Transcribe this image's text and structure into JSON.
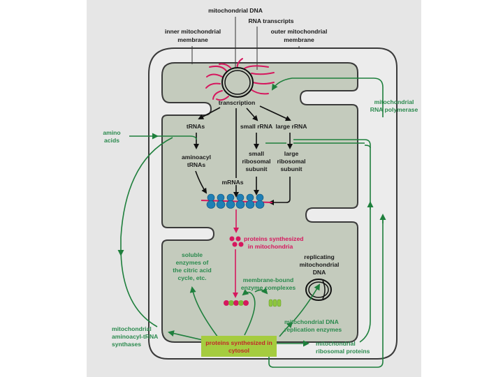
{
  "title": "Biogenesis of mitochondrial components",
  "colors": {
    "background": "#e6e6e6",
    "matrix": "#c4cbbd",
    "membrane_line": "#3a3a3a",
    "green_flow": "#1e7f3c",
    "magenta_flow": "#d6175e",
    "ribosome_blue": "#1f7fb5",
    "cytosol_box": "#a5cc3f"
  },
  "structure_labels": {
    "mtdna": "mitochondrial DNA",
    "rna_transcripts": "RNA transcripts",
    "inner_membrane": [
      "inner mitochondrial",
      "membrane"
    ],
    "outer_membrane": [
      "outer mitochondrial",
      "membrane"
    ]
  },
  "matrix_labels": {
    "transcription": "transcription",
    "trnas": "tRNAs",
    "small_rrna": "small rRNA",
    "large_rrna": "large rRNA",
    "aminoacyl_trnas": [
      "aminoacyl",
      "tRNAs"
    ],
    "small_subunit": [
      "small",
      "ribosomal",
      "subunit"
    ],
    "large_subunit": [
      "large",
      "ribosomal",
      "subunit"
    ],
    "mrnas": "mRNAs",
    "proteins_mito": [
      "proteins synthesized",
      "in mitochondria"
    ],
    "soluble_enzymes": [
      "soluble",
      "enzymes of",
      "the citric acid",
      "cycle, etc."
    ],
    "replicating_dna": [
      "replicating",
      "mitochondrial",
      "DNA"
    ],
    "membrane_complexes": [
      "membrane-bound",
      "enzyme complexes"
    ]
  },
  "external_labels": {
    "amino_acids": [
      "amino",
      "acids"
    ],
    "rna_polymerase": [
      "mitochondrial",
      "RNA polymerase"
    ],
    "aminoacyl_synthases": [
      "mitochondrial",
      "aminoacyl-tRNA",
      "synthases"
    ],
    "dna_replication_enzymes": [
      "mitochondrial DNA",
      "replication enzymes"
    ],
    "ribosomal_proteins": [
      "mitochondrial",
      "ribosomal proteins"
    ],
    "cytosol_proteins": [
      "proteins synthesized in",
      "cytosol"
    ]
  }
}
